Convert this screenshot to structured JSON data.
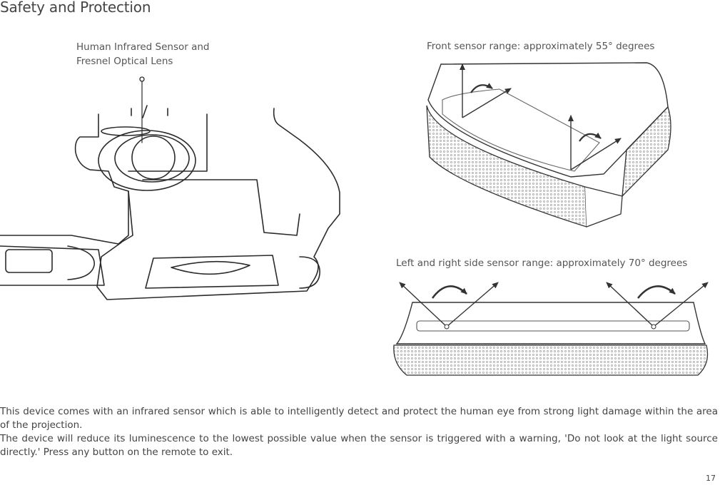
{
  "page": {
    "title": "Safety and Protection",
    "page_number": "17"
  },
  "figures": {
    "sensor_label_line1": "Human Infrared Sensor and",
    "sensor_label_line2": "Fresnel Optical Lens",
    "front_range_label": "Front sensor range: approximately 55° degrees",
    "side_range_label": "Left and right side sensor range: approximately 70° degrees"
  },
  "body": {
    "paragraph1": "This device comes with an infrared sensor which is able to intelligently detect and protect the human eye from strong light damage within the area of the projection.",
    "paragraph2": "The device will reduce its luminescence to the lowest possible value when the sensor is triggered with a warning, 'Do not look at the light source directly.' Press any button on the remote to exit."
  }
}
